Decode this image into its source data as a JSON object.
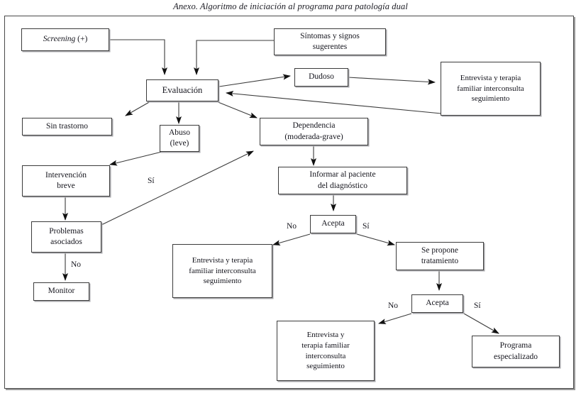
{
  "title": "Anexo. Algoritmo de iniciación al programa para patología dual",
  "chart_data": {
    "type": "diagram",
    "diagram_kind": "flowchart",
    "title": "Anexo. Algoritmo de iniciación al programa para patología dual",
    "language": "es",
    "orientation": "top-down",
    "nodes": [
      {
        "id": "screening",
        "label": "Screening (+)",
        "shape": "rect"
      },
      {
        "id": "sintomas",
        "label": "Síntomas y signos sugerentes",
        "shape": "rect"
      },
      {
        "id": "evaluacion",
        "label": "Evaluación",
        "shape": "rect"
      },
      {
        "id": "dudoso",
        "label": "Dudoso",
        "shape": "rect"
      },
      {
        "id": "entrevista1",
        "label": "Entrevista y terapia familiar interconsulta seguimiento",
        "shape": "rect"
      },
      {
        "id": "sintrastorno",
        "label": "Sin trastorno",
        "shape": "rect"
      },
      {
        "id": "abuso",
        "label": "Abuso (leve)",
        "shape": "rect"
      },
      {
        "id": "dependencia",
        "label": "Dependencia (moderada-grave)",
        "shape": "rect"
      },
      {
        "id": "intervencion",
        "label": "Intervención breve",
        "shape": "rect"
      },
      {
        "id": "problemas",
        "label": "Problemas asociados",
        "shape": "rect"
      },
      {
        "id": "monitor",
        "label": "Monitor",
        "shape": "rect"
      },
      {
        "id": "informar",
        "label": "Informar al paciente del diagnóstico",
        "shape": "rect"
      },
      {
        "id": "acepta1",
        "label": "Acepta",
        "shape": "rect"
      },
      {
        "id": "entrevista2",
        "label": "Entrevista y terapia familiar interconsulta seguimiento",
        "shape": "rect"
      },
      {
        "id": "sepropone",
        "label": "Se propone tratamiento",
        "shape": "rect"
      },
      {
        "id": "acepta2",
        "label": "Acepta",
        "shape": "rect"
      },
      {
        "id": "entrevista3",
        "label": "Entrevista y terapia familiar interconsulta seguimiento",
        "shape": "rect"
      },
      {
        "id": "programa",
        "label": "Programa especializado",
        "shape": "rect"
      }
    ],
    "edges": [
      {
        "from": "screening",
        "to": "evaluacion",
        "label": ""
      },
      {
        "from": "sintomas",
        "to": "evaluacion",
        "label": ""
      },
      {
        "from": "evaluacion",
        "to": "dudoso",
        "label": ""
      },
      {
        "from": "evaluacion",
        "to": "sintrastorno",
        "label": ""
      },
      {
        "from": "evaluacion",
        "to": "abuso",
        "label": ""
      },
      {
        "from": "evaluacion",
        "to": "dependencia",
        "label": ""
      },
      {
        "from": "dudoso",
        "to": "entrevista1",
        "label": ""
      },
      {
        "from": "entrevista1",
        "to": "evaluacion",
        "label": ""
      },
      {
        "from": "abuso",
        "to": "intervencion",
        "label": ""
      },
      {
        "from": "intervencion",
        "to": "problemas",
        "label": ""
      },
      {
        "from": "problemas",
        "to": "monitor",
        "label": "No"
      },
      {
        "from": "problemas",
        "to": "dependencia",
        "label": "Sí"
      },
      {
        "from": "dependencia",
        "to": "informar",
        "label": ""
      },
      {
        "from": "informar",
        "to": "acepta1",
        "label": ""
      },
      {
        "from": "acepta1",
        "to": "entrevista2",
        "label": "No"
      },
      {
        "from": "acepta1",
        "to": "sepropone",
        "label": "Sí"
      },
      {
        "from": "sepropone",
        "to": "acepta2",
        "label": ""
      },
      {
        "from": "acepta2",
        "to": "entrevista3",
        "label": "No"
      },
      {
        "from": "acepta2",
        "to": "programa",
        "label": "Sí"
      }
    ]
  },
  "nodes": {
    "screening": {
      "line1": "Screening",
      "line2": " (+)"
    },
    "sintomas": {
      "line1": "Síntomas y signos",
      "line2": "sugerentes"
    },
    "evaluacion": {
      "line1": "Evaluación"
    },
    "dudoso": {
      "line1": "Dudoso"
    },
    "entrevista1": {
      "line1": "Entrevista y terapia",
      "line2": "familiar interconsulta",
      "line3": "seguimiento"
    },
    "sintrastorno": {
      "line1": "Sin trastorno"
    },
    "abuso": {
      "line1": "Abuso",
      "line2": "(leve)"
    },
    "dependencia": {
      "line1": "Dependencia",
      "line2": "(moderada-grave)"
    },
    "intervencion": {
      "line1": "Intervención",
      "line2": "breve"
    },
    "problemas": {
      "line1": "Problemas",
      "line2": "asociados"
    },
    "monitor": {
      "line1": "Monitor"
    },
    "informar": {
      "line1": "Informar al paciente",
      "line2": "del diagnóstico"
    },
    "acepta1": {
      "line1": "Acepta"
    },
    "entrevista2": {
      "line1": "Entrevista y terapia",
      "line2": "familiar interconsulta",
      "line3": "seguimiento"
    },
    "sepropone": {
      "line1": "Se propone",
      "line2": "tratamiento"
    },
    "acepta2": {
      "line1": "Acepta"
    },
    "entrevista3": {
      "line1": "Entrevista y",
      "line2": "terapia familiar",
      "line3": "interconsulta",
      "line4": "seguimiento"
    },
    "programa": {
      "line1": "Programa",
      "line2": "especializado"
    }
  },
  "edge_labels": {
    "problemas_si": "Sí",
    "problemas_no": "No",
    "acepta1_no": "No",
    "acepta1_si": "Sí",
    "acepta2_no": "No",
    "acepta2_si": "Sí"
  },
  "colors": {
    "line": "#3b3b3b",
    "shadow": "#a8a8ac",
    "text": "#14141c",
    "background": "#ffffff",
    "frame": "#4a4a4a"
  }
}
